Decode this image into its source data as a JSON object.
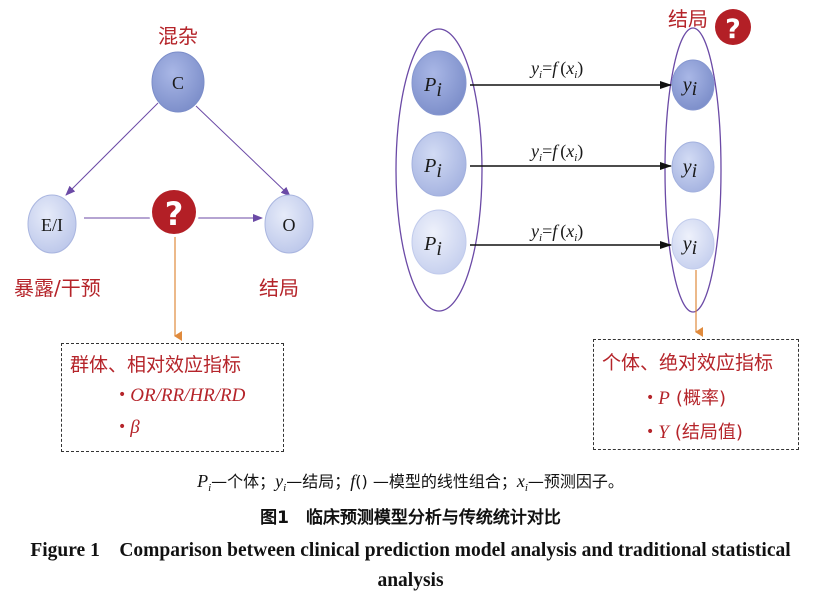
{
  "left": {
    "confounder_label": "混杂",
    "confounder_node": "C",
    "exposure_node": "E/I",
    "outcome_node": "O",
    "exposure_label": "暴露/干预",
    "outcome_label": "结局",
    "question_mark": "?",
    "box": {
      "title": "群体、相对效应指标",
      "item1": "OR/RR/HR/RD",
      "item2": "β"
    }
  },
  "right": {
    "outcome_label": "结局",
    "question_mark": "?",
    "individual_node": "P",
    "individual_sub": "i",
    "outcome_node": "y",
    "outcome_sub": "i",
    "formula": {
      "y": "y",
      "sub_i": "i",
      "eq": "=",
      "f": "f",
      "paren_open": "(",
      "x": "x",
      "paren_close": ")"
    },
    "box": {
      "title": "个体、绝对效应指标",
      "item1_symbol": "P",
      "item1_text": "(概率)",
      "item2_symbol": "Y",
      "item2_text": "(结局值)"
    }
  },
  "legend": {
    "p": "P",
    "p_sub": "i",
    "p_desc": "—个体；",
    "y": "y",
    "y_sub": "i",
    "y_desc": "—结局；",
    "f": "f",
    "f_desc": "() —模型的线性组合；",
    "x": "x",
    "x_sub": "i",
    "x_desc": "—预测因子。"
  },
  "caption": {
    "cn": "图1　临床预测模型分析与传统统计对比",
    "en": "Figure 1　Comparison between clinical prediction model analysis and traditional statistical analysis"
  },
  "colors": {
    "red": "#b5242a",
    "node_fill_dark": "#8a9bd2",
    "node_fill_mid": "#aab7e3",
    "node_fill_light": "#cdd6f1",
    "purple_line": "#6b4aa6",
    "orange_line": "#e08a3c"
  }
}
